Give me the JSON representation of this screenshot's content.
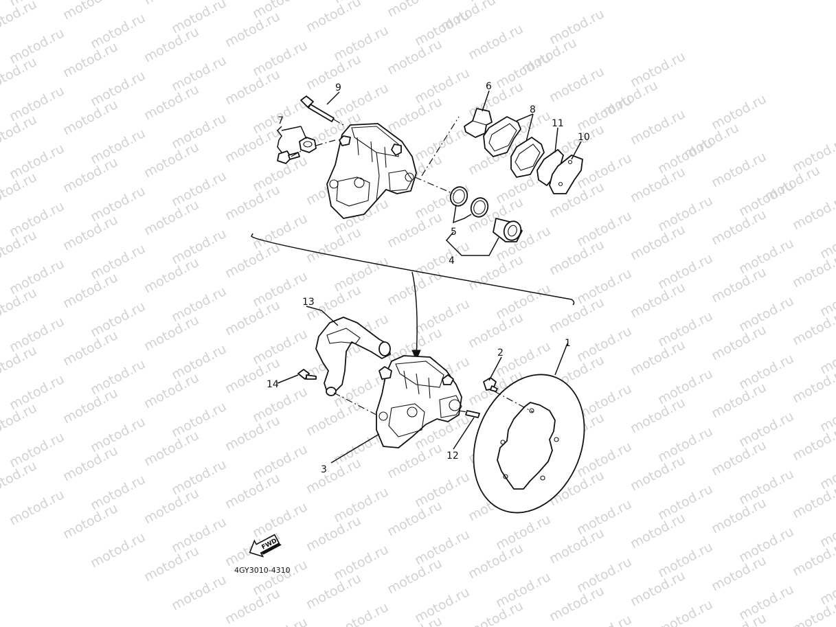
{
  "watermark": {
    "text": "motod.ru",
    "color": "#d2d2d2"
  },
  "callouts": [
    {
      "id": "c1",
      "label": "1"
    },
    {
      "id": "c2",
      "label": "2"
    },
    {
      "id": "c3",
      "label": "3"
    },
    {
      "id": "c4",
      "label": "4"
    },
    {
      "id": "c5",
      "label": "5"
    },
    {
      "id": "c6",
      "label": "6"
    },
    {
      "id": "c7",
      "label": "7"
    },
    {
      "id": "c8",
      "label": "8"
    },
    {
      "id": "c9",
      "label": "9"
    },
    {
      "id": "c10",
      "label": "10"
    },
    {
      "id": "c11",
      "label": "11"
    },
    {
      "id": "c12",
      "label": "12"
    },
    {
      "id": "c13",
      "label": "13"
    },
    {
      "id": "c14",
      "label": "14"
    }
  ],
  "fwd_badge": {
    "label": "FWD"
  },
  "diagram_code": "4GY3010-4310",
  "colors": {
    "line": "#111111",
    "background": "#ffffff"
  }
}
